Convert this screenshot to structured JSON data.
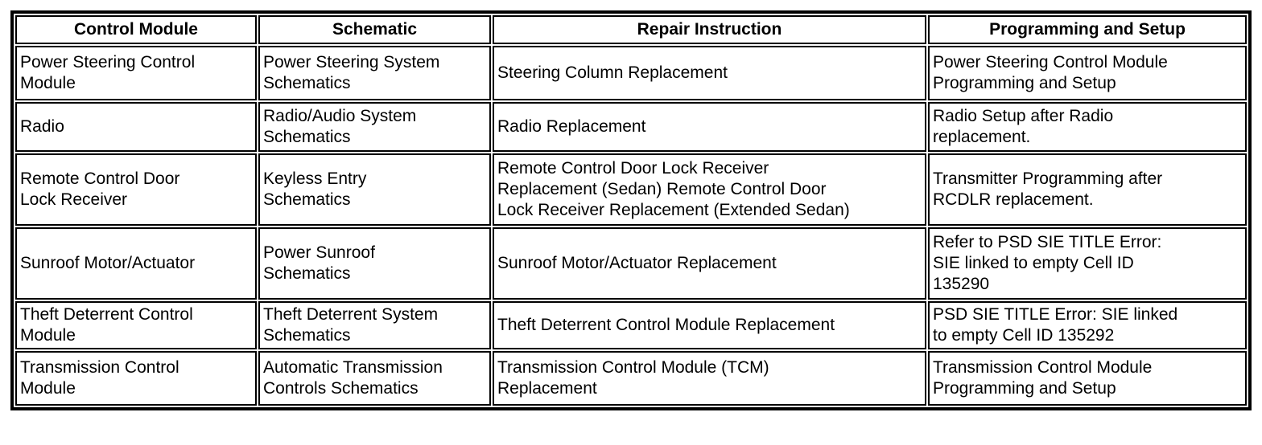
{
  "colors": {
    "border": "#000000",
    "background": "#ffffff",
    "text": "#000000"
  },
  "table": {
    "columns": [
      "Control Module",
      "Schematic",
      "Repair Instruction",
      "Programming and Setup"
    ],
    "rows": [
      {
        "cells": [
          "Power Steering Control\nModule",
          "Power Steering System\nSchematics",
          "Steering Column Replacement",
          "Power Steering Control Module\nProgramming and Setup"
        ]
      },
      {
        "cells": [
          "Radio",
          "Radio/Audio System\nSchematics",
          "Radio Replacement",
          "Radio Setup after Radio\nreplacement."
        ]
      },
      {
        "cells": [
          "Remote Control Door\nLock Receiver",
          "Keyless Entry\nSchematics",
          "Remote Control Door Lock Receiver\nReplacement (Sedan) Remote Control Door\nLock Receiver Replacement (Extended Sedan)",
          "Transmitter Programming after\nRCDLR replacement."
        ]
      },
      {
        "cells": [
          "Sunroof Motor/Actuator",
          "Power Sunroof\nSchematics",
          "Sunroof Motor/Actuator Replacement",
          "Refer to PSD SIE TITLE Error:\nSIE linked to empty Cell ID\n135290"
        ]
      },
      {
        "cells": [
          "Theft Deterrent Control\nModule",
          "Theft Deterrent System\nSchematics",
          "Theft Deterrent Control Module Replacement",
          "PSD SIE TITLE Error: SIE linked\nto empty Cell ID 135292"
        ]
      },
      {
        "cells": [
          "Transmission Control\nModule",
          "Automatic Transmission\nControls Schematics",
          "Transmission Control Module (TCM)\nReplacement",
          "Transmission Control Module\nProgramming and Setup"
        ]
      }
    ]
  }
}
